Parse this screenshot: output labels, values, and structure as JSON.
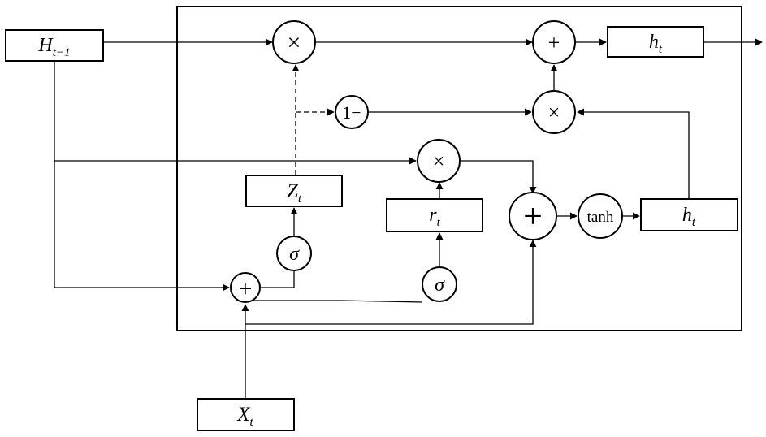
{
  "nodes": {
    "h_prev": {
      "main": "H",
      "sub": "t−1"
    },
    "h_t": {
      "main": "h",
      "sub": "t"
    },
    "z_t": {
      "main": "Z",
      "sub": "t"
    },
    "r_t": {
      "main": "r",
      "sub": "t"
    },
    "h_cand": {
      "main": "h",
      "sub": "t"
    },
    "x_t": {
      "main": "X",
      "sub": "t"
    }
  },
  "operators": {
    "mult_top": "×",
    "plus_top": "+",
    "mult_mid": "×",
    "one_minus": "1−",
    "mult_reset": "×",
    "plus_big": "+",
    "tanh": "tanh",
    "sigma_z": "σ",
    "sigma_r": "σ",
    "plus_input": "+"
  }
}
